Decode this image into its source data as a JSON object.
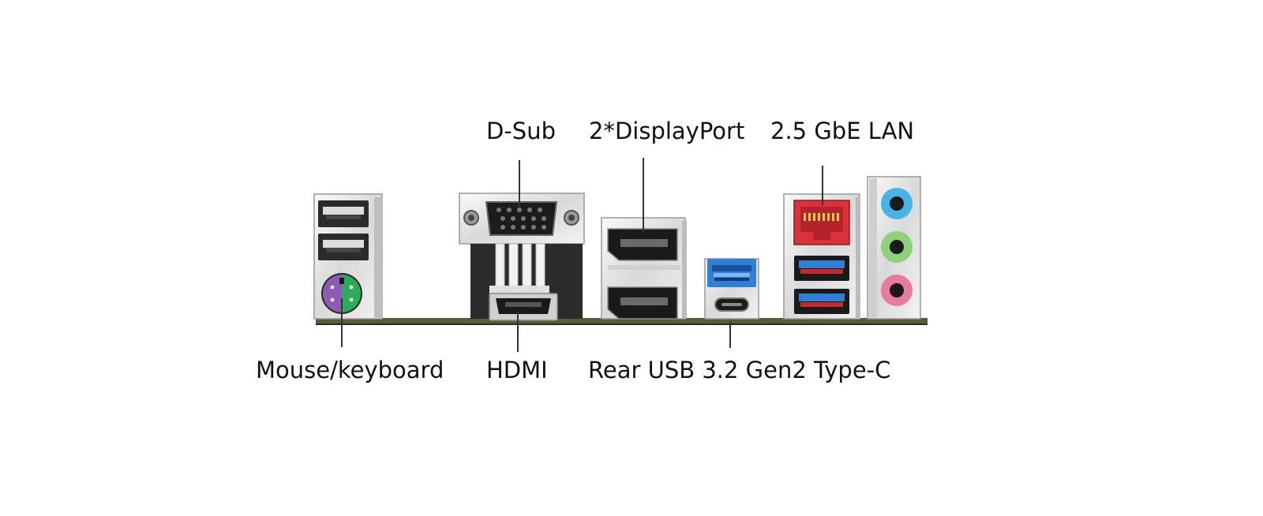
{
  "labels": {
    "dsub": "D-Sub",
    "displayport": "2*DisplayPort",
    "lan": "2.5 GbE LAN",
    "ps2": "Mouse/keyboard",
    "hdmi": "HDMI",
    "usb_c": "Rear USB 3.2 Gen2 Type-C"
  },
  "colors": {
    "pcb": "#5a5a3c",
    "shield": "#e8e8e8",
    "usb3_blue": "#2f7fd6",
    "lan_red": "#d8323a",
    "usb_red": "#c8282f",
    "ps2_purple": "#8e5bb4",
    "ps2_green": "#2faa5a",
    "audio_blue": "#4ab3e6",
    "audio_green": "#8fd17a",
    "audio_pink": "#e67aa0"
  }
}
